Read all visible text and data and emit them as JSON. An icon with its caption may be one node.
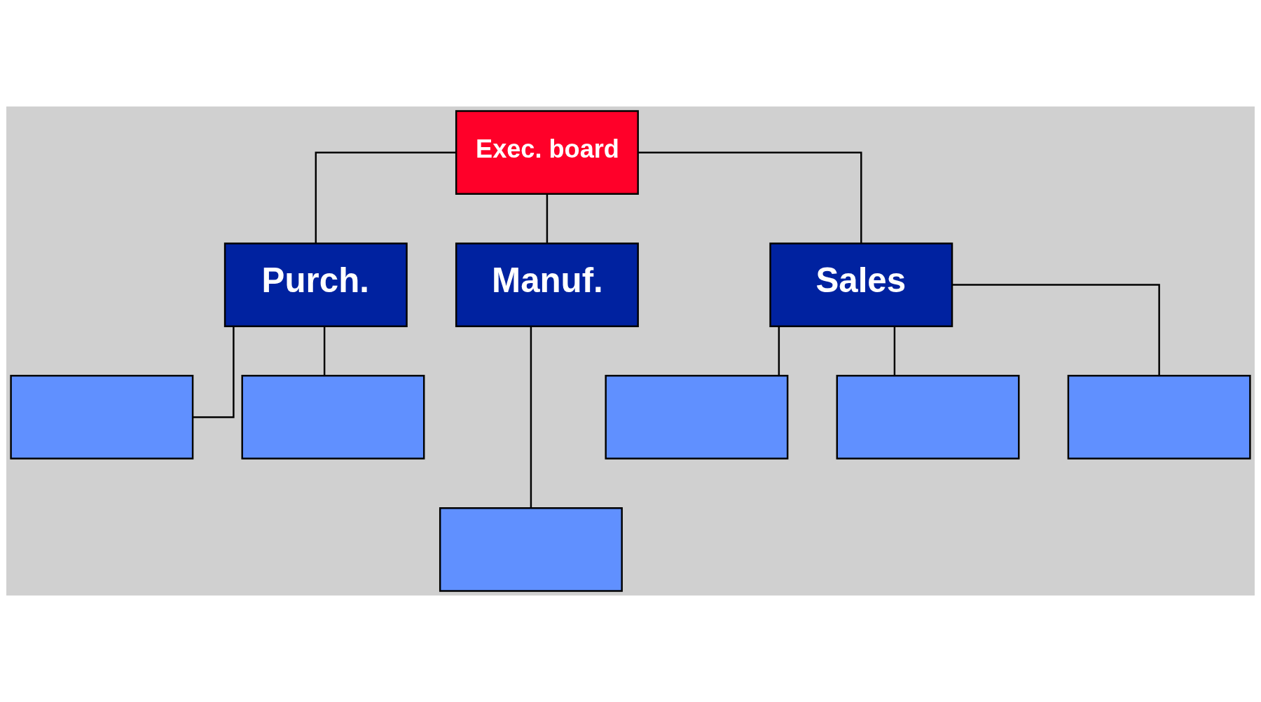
{
  "diagram": {
    "nodes": [
      {
        "text": [
          "Exec. board"
        ]
      },
      {
        "text": [
          "Purch."
        ]
      },
      {
        "text": [
          "Manuf."
        ]
      },
      {
        "text": [
          "Sales"
        ]
      },
      {
        "text": [],
        "shape": "box"
      },
      {
        "text": [],
        "shape": "box"
      },
      {
        "text": [],
        "shape": "box"
      },
      {
        "text": [],
        "shape": "box"
      },
      {
        "text": [],
        "shape": "box"
      },
      {
        "text": [],
        "shape": "box"
      }
    ],
    "edges": [
      {
        "from": 0,
        "to": 1,
        "arrow": "none"
      },
      {
        "from": 0,
        "to": 2,
        "arrow": "none"
      },
      {
        "from": 0,
        "to": 3,
        "arrow": "none"
      },
      {
        "from": 1,
        "to": 4,
        "arrow": "none"
      },
      {
        "from": 1,
        "to": 5,
        "arrow": "none"
      },
      {
        "from": 3,
        "to": 6,
        "arrow": "none"
      },
      {
        "from": 3,
        "to": 7,
        "arrow": "none"
      },
      {
        "from": 3,
        "to": 8,
        "arrow": "none"
      },
      {
        "from": 2,
        "to": 9,
        "arrow": "none"
      }
    ]
  }
}
